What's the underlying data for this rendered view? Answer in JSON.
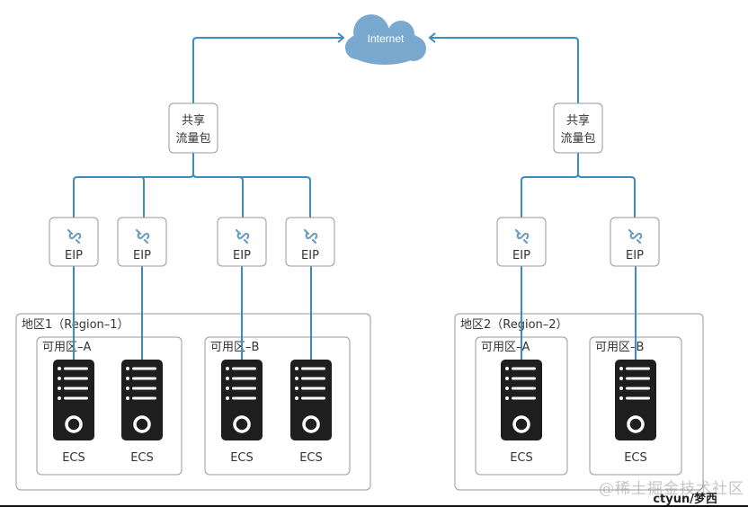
{
  "colors": {
    "line": "#3a8dbf",
    "cloud": "#7aa9cf",
    "node_border": "#9a9a9a",
    "server": "#1e1e1e"
  },
  "internet": {
    "label": "Internet",
    "icon": "cloud-icon"
  },
  "bandwidth_packages": [
    {
      "line1": "共享",
      "line2": "流量包"
    },
    {
      "line1": "共享",
      "line2": "流量包"
    }
  ],
  "eip_label": "EIP",
  "eip_icon": "link-icon",
  "regions": [
    {
      "label": "地区1（Region–1）",
      "zones": [
        {
          "label": "可用区–A",
          "servers": [
            "ECS",
            "ECS"
          ]
        },
        {
          "label": "可用区–B",
          "servers": [
            "ECS",
            "ECS"
          ]
        }
      ]
    },
    {
      "label": "地区2（Region–2）",
      "zones": [
        {
          "label": "可用区–A",
          "servers": [
            "ECS"
          ]
        },
        {
          "label": "可用区–B",
          "servers": [
            "ECS"
          ]
        }
      ]
    }
  ],
  "watermark": {
    "text": "@稀土掘金技术社区",
    "sub": "ctyun/梦西"
  }
}
